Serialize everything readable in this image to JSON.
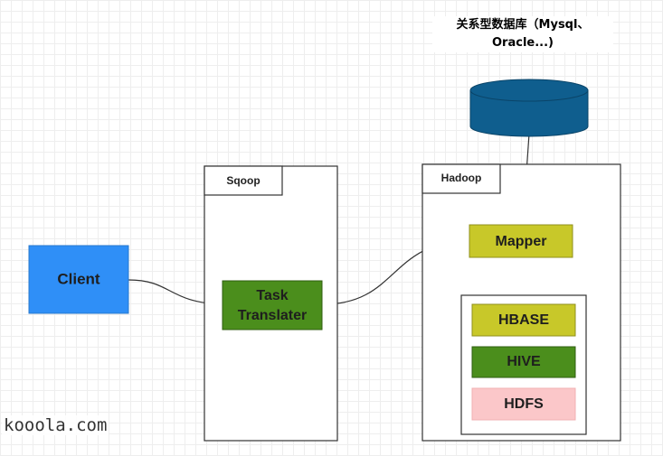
{
  "nodes": {
    "client": "Client",
    "sqoop": "Sqoop",
    "task_line1": "Task",
    "task_line2": "Translater",
    "hadoop": "Hadoop",
    "mapper": "Mapper",
    "hbase": "HBASE",
    "hive": "HIVE",
    "hdfs": "HDFS"
  },
  "database": {
    "label_line1": "关系型数据库（Mysql、",
    "label_line2": "Oracle...)"
  },
  "watermark": "kooola.com",
  "colors": {
    "client": "#2f8ff7",
    "task": "#4b8e1c",
    "mapper": "#c8c829",
    "hbase": "#c8c829",
    "hive": "#4b8e1c",
    "hdfs": "#fbc7c9",
    "database": "#0f5e8e"
  }
}
